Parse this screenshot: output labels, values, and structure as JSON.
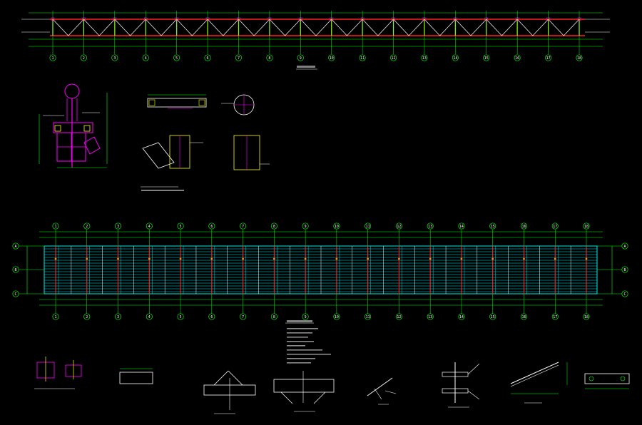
{
  "colors": {
    "background": "#000000",
    "grid": "#00ff00",
    "chord": "#ff2020",
    "web": "#ffffff",
    "purlin": "#00ffff",
    "detail": "#ff00ff",
    "column": "#ffff00",
    "accent": "#ff8c00"
  },
  "top_elevation": {
    "axis_numbers": [
      "1",
      "2",
      "3",
      "4",
      "5",
      "6",
      "7",
      "8",
      "9",
      "10",
      "11",
      "12",
      "13",
      "14",
      "15",
      "16",
      "17",
      "18"
    ]
  },
  "plan": {
    "axis_numbers": [
      "1",
      "2",
      "3",
      "4",
      "5",
      "6",
      "7",
      "8",
      "9",
      "10",
      "11",
      "12",
      "13",
      "14",
      "15",
      "16",
      "17",
      "18"
    ],
    "row_letters_left": [
      "A",
      "B",
      "C"
    ],
    "row_letters_right": [
      "A",
      "B",
      "C"
    ]
  },
  "drawing": {
    "illegible_note": "text in source is too small to read"
  }
}
